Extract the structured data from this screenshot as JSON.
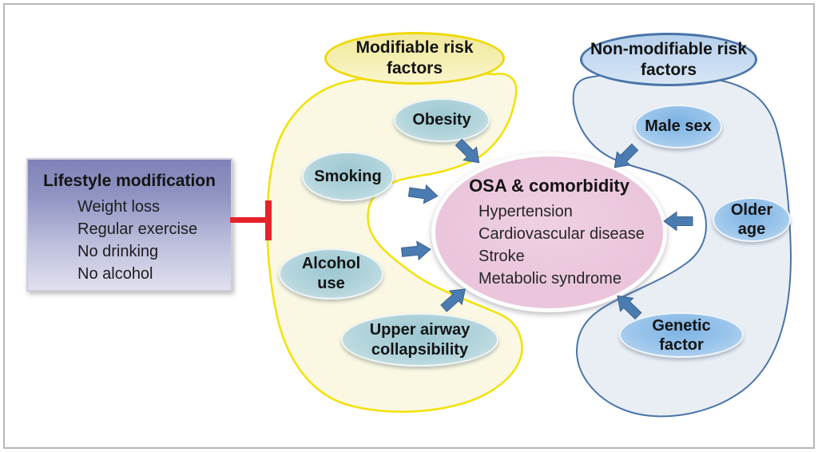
{
  "figure": {
    "lifestyle_box": {
      "title": "Lifestyle modification",
      "items": [
        "Weight loss",
        "Regular exercise",
        "No drinking",
        "No alcohol"
      ]
    },
    "modifiable": {
      "label": "Modifiable risk factors",
      "factors": {
        "obesity": "Obesity",
        "smoking": "Smoking",
        "alcohol": "Alcohol use",
        "upper_airway": "Upper airway collapsibility"
      }
    },
    "non_modifiable": {
      "label": "Non-modifiable risk factors",
      "factors": {
        "male_sex": "Male sex",
        "older_age": "Older age",
        "genetic": "Genetic factor"
      }
    },
    "center": {
      "title": "OSA & comorbidity",
      "items": [
        "Hypertension",
        "Cardiovascular disease",
        "Stroke",
        "Metabolic syndrome"
      ]
    },
    "colors": {
      "modifiable_fill": "#faf8e2",
      "modifiable_outline": "#f3e103",
      "non_modifiable_fill": "#e9eef5",
      "non_modifiable_outline": "#4a74a8",
      "center_fill": "#eac5db",
      "teal_ellipse": "#9cc7d2",
      "blue_ellipse": "#7cb2e2",
      "arrow": "#4b7cb1",
      "inhibitor_line": "#e5242a",
      "lifestyle_gradient_top": "#7e82b7",
      "lifestyle_gradient_bottom": "#e0e0f0"
    }
  }
}
